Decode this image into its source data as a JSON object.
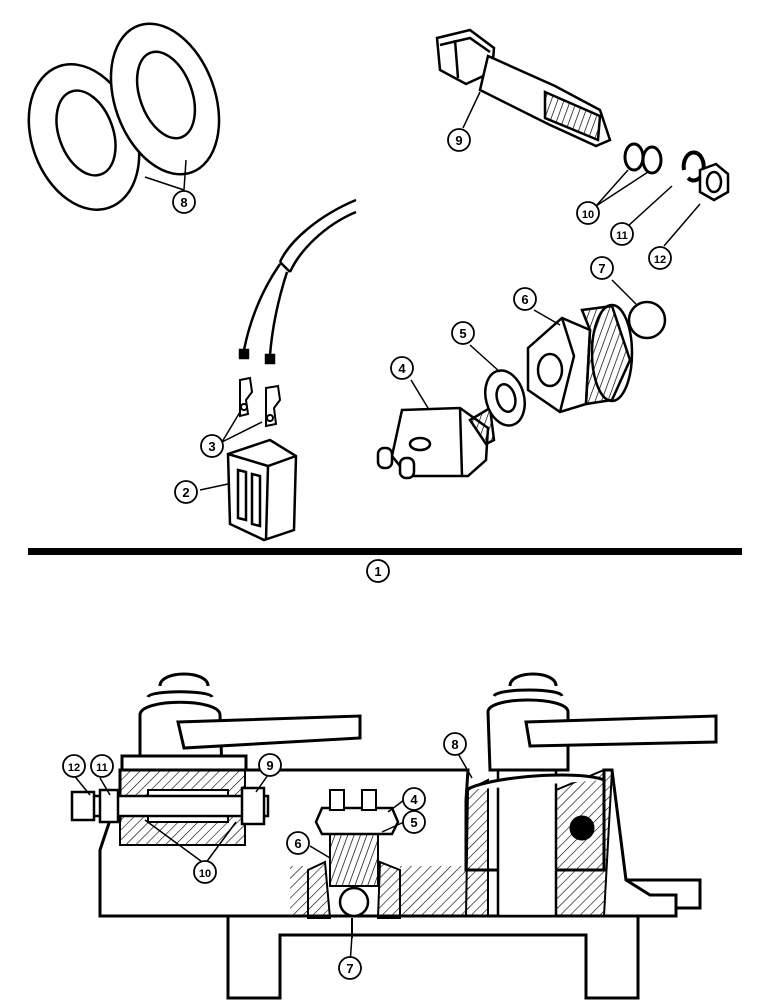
{
  "diagram": {
    "figure_number": "1",
    "callouts": {
      "c2": "2",
      "c3": "3",
      "c4": "4",
      "c5": "5",
      "c6": "6",
      "c7": "7",
      "c8": "8",
      "c9": "9",
      "c10": "10",
      "c11": "11",
      "c12": "12"
    },
    "assembly_callouts": {
      "a4": "4",
      "a5": "5",
      "a6": "6",
      "a7": "7",
      "a8": "8",
      "a9": "9",
      "a10": "10",
      "a11": "11",
      "a12": "12"
    }
  }
}
